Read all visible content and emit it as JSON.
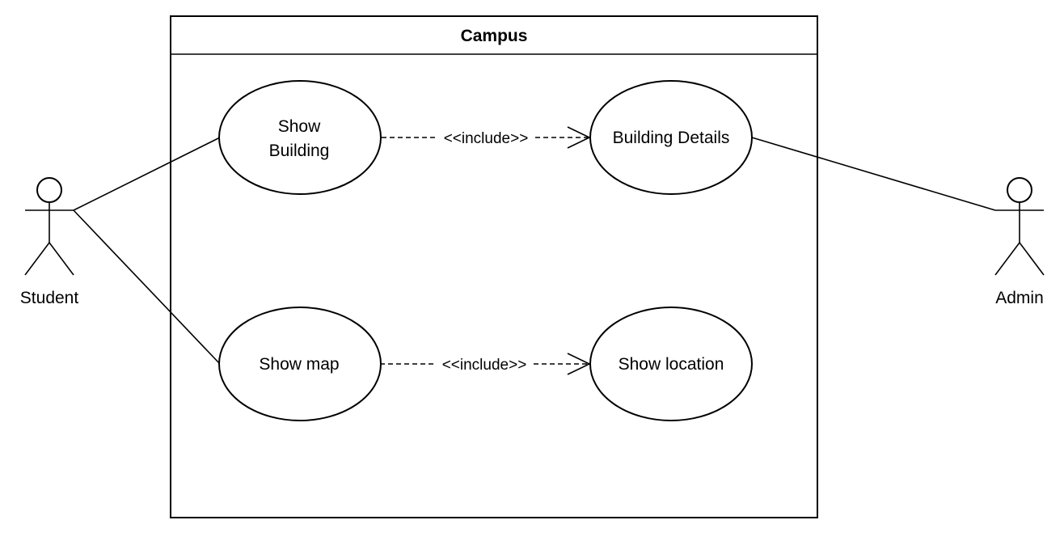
{
  "system": {
    "title": "Campus"
  },
  "actors": {
    "student": {
      "label": "Student"
    },
    "admin": {
      "label": "Admin"
    }
  },
  "use_cases": {
    "show_building": {
      "line1": "Show",
      "line2": "Building"
    },
    "building_details": {
      "label": "Building Details"
    },
    "show_map": {
      "label": "Show map"
    },
    "show_location": {
      "label": "Show location"
    }
  },
  "relations": {
    "include_top": "<<include>>",
    "include_bottom": "<<include>>"
  },
  "colors": {
    "stroke": "#000000",
    "background": "#ffffff"
  }
}
